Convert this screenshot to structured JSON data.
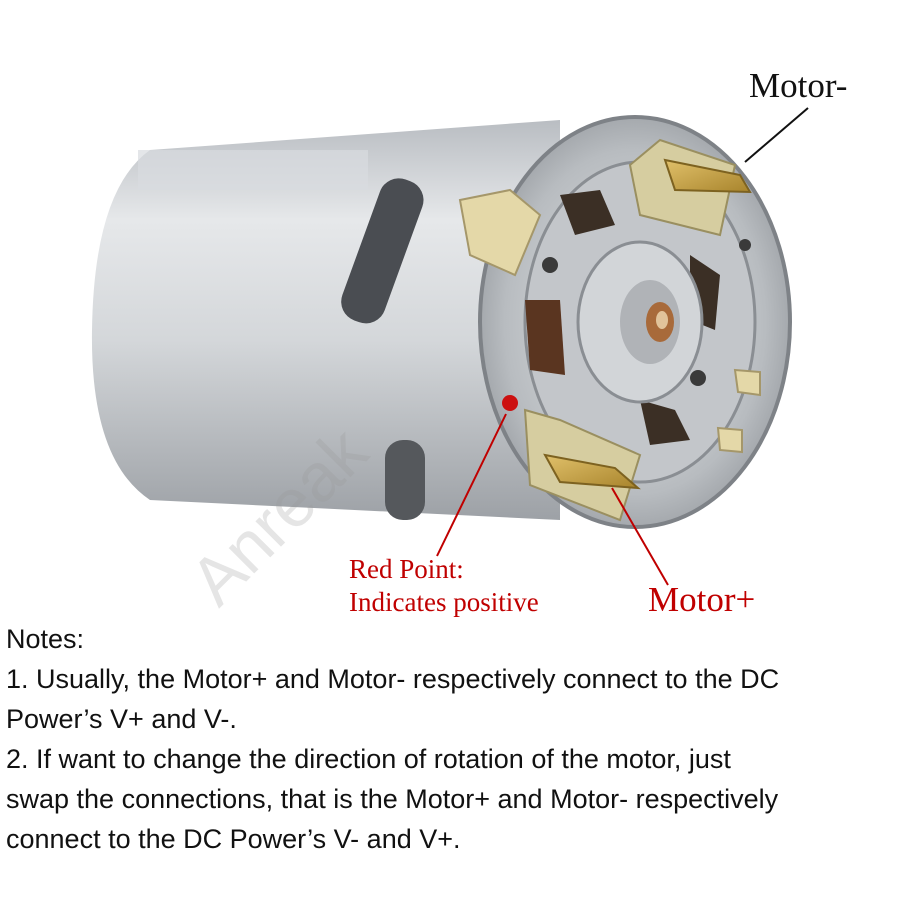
{
  "labels": {
    "motor_minus": "Motor-",
    "motor_plus": "Motor+",
    "red_point_line1": "Red Point:",
    "red_point_line2": "Indicates positive"
  },
  "watermark": "Anreak",
  "notes": {
    "heading": "Notes:",
    "lines": [
      "1. Usually, the Motor+ and Motor- respectively connect to the DC",
      "Power’s V+ and V-.",
      "2.  If want to change the direction of rotation of the motor, just",
      "swap the connections, that is the Motor+ and Motor- respectively",
      "connect to the DC Power’s V- and V+."
    ]
  },
  "colors": {
    "label_red": "#c00000",
    "text_dark": "#111111",
    "motor_silver": "#c9ccd0",
    "terminal_brass": "#c9a64a"
  }
}
